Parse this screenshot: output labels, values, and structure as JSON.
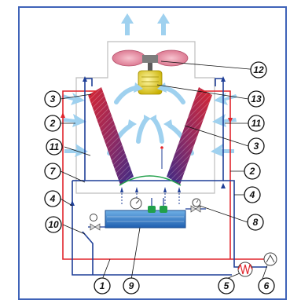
{
  "callouts": [
    "1",
    "2",
    "3",
    "4",
    "5",
    "6",
    "7",
    "8",
    "9",
    "10",
    "11",
    "12",
    "13"
  ],
  "colors": {
    "frame": "#3f63b8",
    "hot_pipe": "#e1252c",
    "cold_pipe": "#1f3f97",
    "air_arrow": "#9fd1ef",
    "water_basin": "#2a78c8",
    "fan_blade": "#e88aa0",
    "motor": "#e7d52a",
    "hot_coil": "#c81f3c",
    "cold_coil": "#3b2a82"
  },
  "icons": [
    "fan-icon",
    "motor-icon",
    "pump-icon",
    "heat-exchanger-icon",
    "valve-icon",
    "pressure-gauge-icon"
  ]
}
